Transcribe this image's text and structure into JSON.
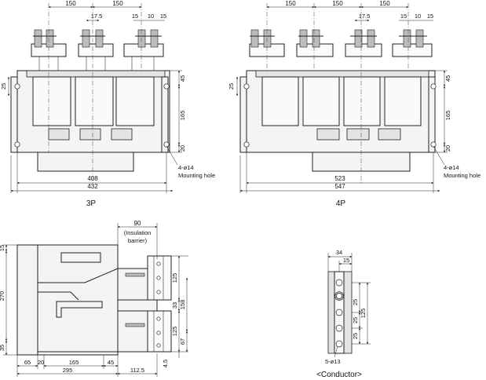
{
  "views": {
    "p3": {
      "label": "3P",
      "dims": {
        "pitch1": "150",
        "pitch2": "150",
        "term_a": "17.5",
        "term_b": "15",
        "term_c": "10",
        "term_d": "15",
        "left_25": "25",
        "right_45": "45",
        "right_165": "165",
        "right_20": "20",
        "bottom_408": "408",
        "bottom_432": "432"
      },
      "hole_note": "4-ø14",
      "hole_label": "Mounting hole"
    },
    "p4": {
      "label": "4P",
      "dims": {
        "pitch1": "150",
        "pitch2": "150",
        "pitch3": "150",
        "term_a": "17.5",
        "term_b": "15",
        "term_c": "10",
        "term_d": "15",
        "left_25": "25",
        "right_45": "45",
        "right_165": "165",
        "right_20": "20",
        "bottom_523": "523",
        "bottom_547": "547"
      },
      "hole_note": "4-ø14",
      "hole_label": "Mounting hole"
    },
    "side": {
      "top_90": "90",
      "barrier_l1": "(Insulation",
      "barrier_l2": "barrier)",
      "left_15": "15",
      "left_270": "270",
      "left_35": "35",
      "r_125a": "125",
      "r_33": "33",
      "r_158": "158",
      "r_125b": "125",
      "r_67": "67",
      "r_45": "4.5",
      "b_65": "65",
      "b_20": "20",
      "b_165": "165",
      "b_45": "45",
      "b_295": "295",
      "b_112": "112.5"
    },
    "conductor": {
      "label": "<Conductor>",
      "d_34": "34",
      "d_15": "15",
      "d_25a": "25",
      "d_25b": "25",
      "d_25c": "25",
      "d_125": "125",
      "hole_note": "5-ø13"
    }
  }
}
